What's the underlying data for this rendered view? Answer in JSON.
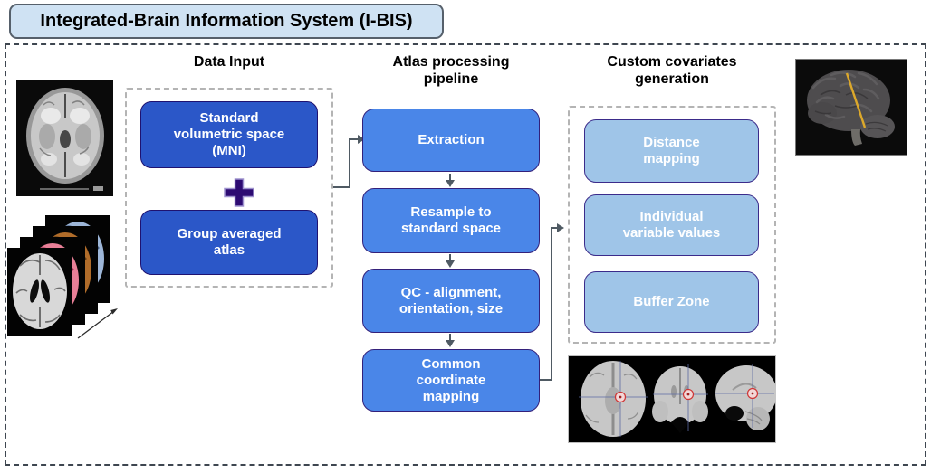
{
  "banner": {
    "title": "Integrated-Brain Information System (I-BIS)"
  },
  "data_input": {
    "heading": "Data Input",
    "boxes": [
      "Standard\nvolumetric space\n(MNI)",
      "Group averaged\natlas"
    ],
    "combine_icon": "plus-icon"
  },
  "pipeline": {
    "heading": "Atlas processing\npipeline",
    "steps": [
      "Extraction",
      "Resample to\nstandard space",
      "QC - alignment,\norientation, size",
      "Common\ncoordinate\nmapping"
    ]
  },
  "covariates": {
    "heading": "Custom covariates\ngeneration",
    "boxes": [
      "Distance\nmapping",
      "Individual\nvariable values",
      "Buffer Zone"
    ]
  },
  "illustrations": {
    "axial_mri": "grayscale axial MRI brain slice",
    "atlas_stack": "stack of four brain atlas slices (grayscale, pink, orange, blue)",
    "brain_3d": "3D brain surface render with yellow trajectory line",
    "triple_view": "axial, coronal and sagittal brain views with red target markers"
  },
  "colors": {
    "banner_fill": "#cfe2f3",
    "dark_blue_box": "#2b57c8",
    "medium_blue_box": "#4a86e8",
    "light_blue_box": "#9fc5e8",
    "plus_purple": "#2d0b72",
    "arrow_gray": "#4f5a63"
  }
}
